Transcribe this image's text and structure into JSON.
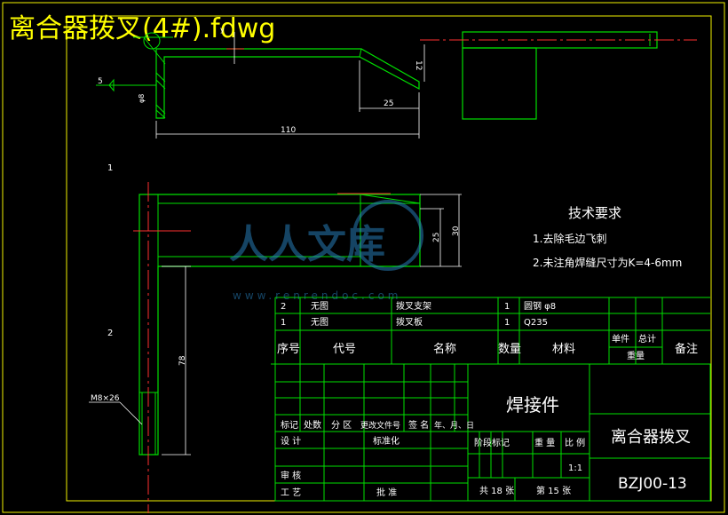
{
  "header": {
    "file_title": "离合器拨叉(4#).fdwg"
  },
  "dimensions": {
    "d110": "110",
    "d25": "25",
    "d12": "12",
    "d5": "5",
    "dphi8": "φ8",
    "d25v": "25",
    "d30": "30",
    "d78": "78",
    "thread": "M8×26"
  },
  "view_labels": {
    "v1": "1",
    "v2": "2"
  },
  "tech": {
    "title": "技术要求",
    "line1": "1.去除毛边飞刺",
    "line2": "2.未注角焊缝尺寸为K=4-6mm"
  },
  "watermark": {
    "brand": "人人文库",
    "url": "www.renrendoc.com"
  },
  "bom": {
    "rows": [
      {
        "no": "2",
        "code": "无图",
        "name": "拨叉支架",
        "qty": "1",
        "material": "圆钢 φ8"
      },
      {
        "no": "1",
        "code": "无图",
        "name": "拨叉板",
        "qty": "1",
        "material": "Q235"
      }
    ],
    "headers": {
      "no": "序号",
      "code": "代号",
      "name": "名称",
      "qty": "数量",
      "material": "材料",
      "unit": "单件",
      "total": "总计",
      "weight": "重量",
      "remark": "备注"
    }
  },
  "title_block": {
    "product": "焊接件",
    "part_name": "离合器拨叉",
    "drawing_no": "BZJ00-13",
    "labels": {
      "mark": "标记",
      "count": "处数",
      "zone": "分 区",
      "change_doc": "更改文件号",
      "sign": "签 名",
      "date": "年、月、日",
      "design": "设 计",
      "std": "标准化",
      "review": "审 核",
      "process": "工 艺",
      "approve": "批 准",
      "stage": "阶段标记",
      "weight": "重 量",
      "scale": "比 例"
    },
    "scale_value": "1:1",
    "sheets": "共 18 张",
    "sheet_no": "第 15 张"
  }
}
